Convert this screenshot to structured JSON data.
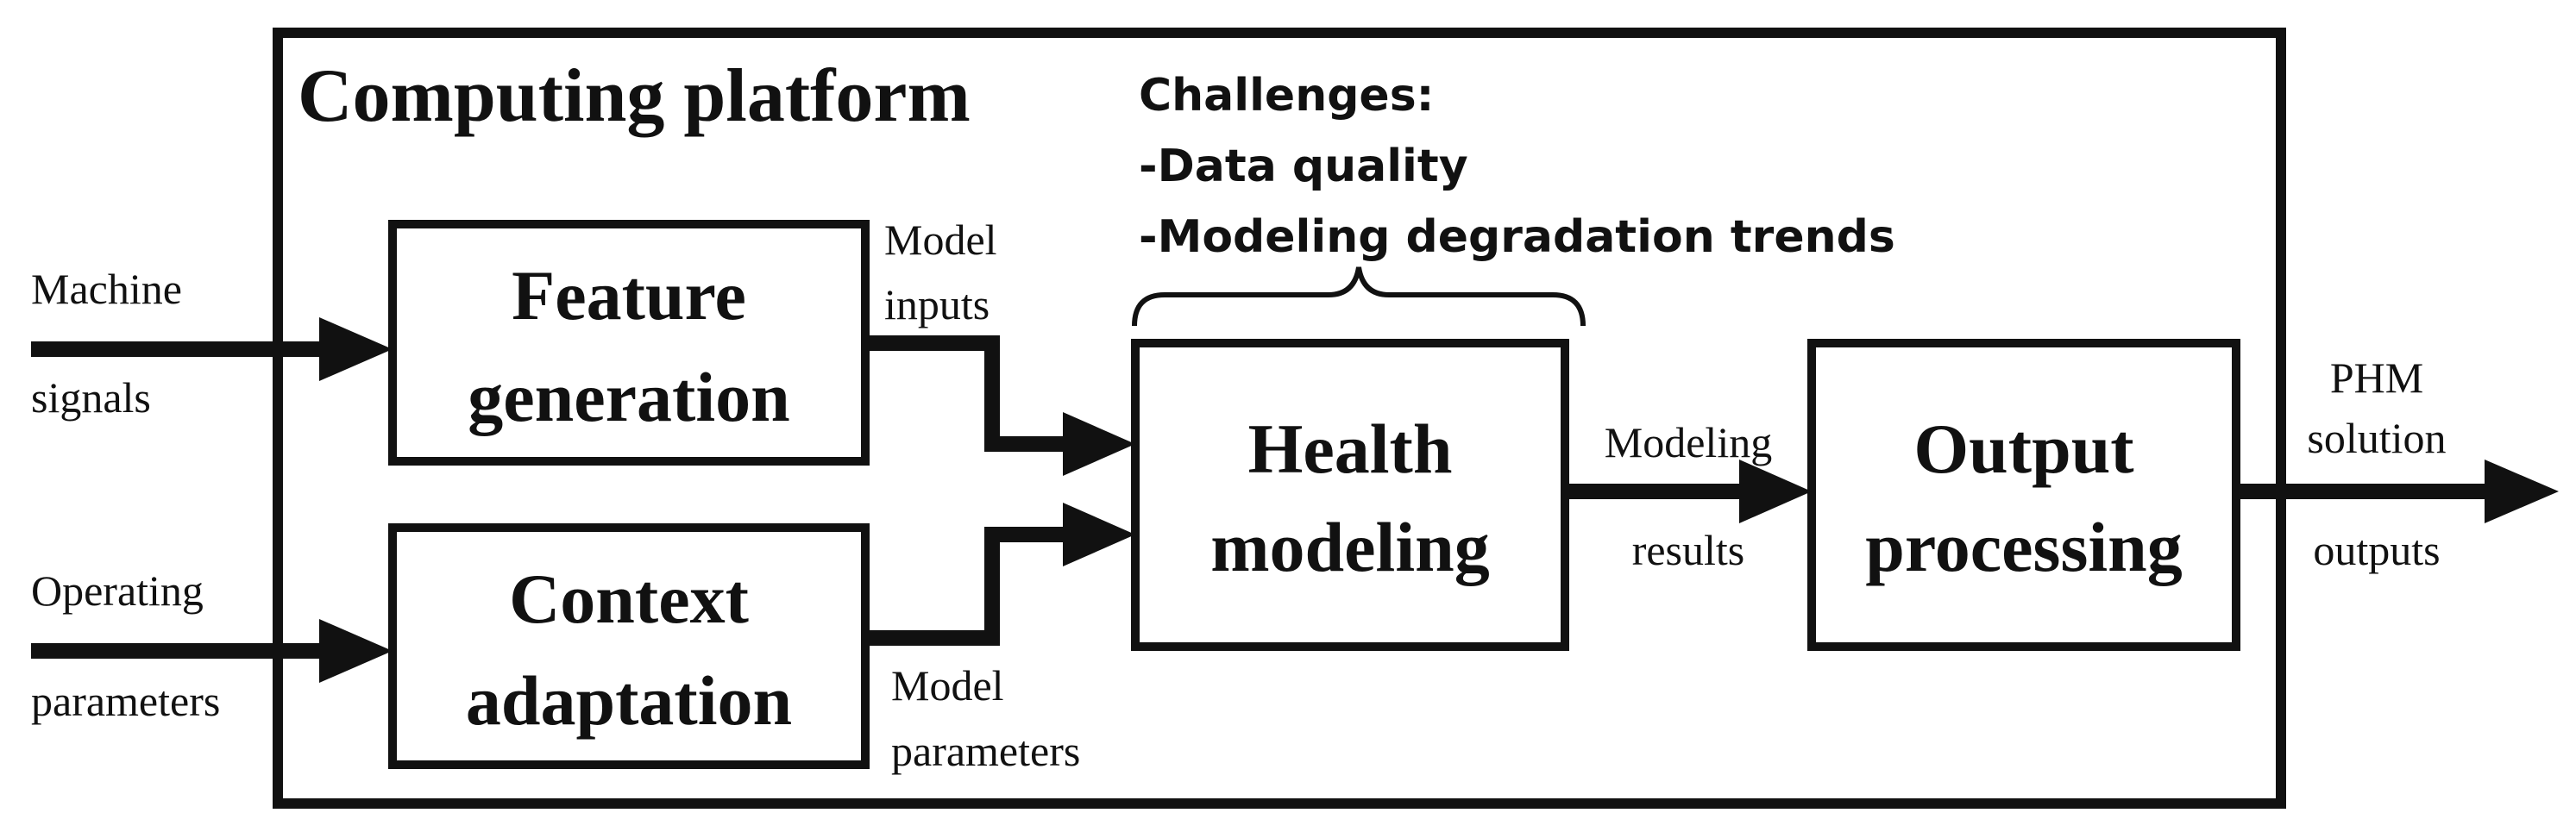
{
  "platform": {
    "title": "Computing platform"
  },
  "challenges": {
    "heading": "Challenges:",
    "items": [
      "-Data quality",
      "-Modeling degradation trends"
    ]
  },
  "boxes": {
    "feature_generation": [
      "Feature",
      "generation"
    ],
    "context_adaptation": [
      "Context",
      "adaptation"
    ],
    "health_modeling": [
      "Health",
      "modeling"
    ],
    "output_processing": [
      "Output",
      "processing"
    ]
  },
  "labels": {
    "machine_signals": [
      "Machine",
      "signals"
    ],
    "operating_parameters": [
      "Operating",
      "parameters"
    ],
    "model_inputs": [
      "Model",
      "inputs"
    ],
    "model_parameters": [
      "Model",
      "parameters"
    ],
    "modeling_results": [
      "Modeling",
      "results"
    ],
    "phm_outputs": [
      "PHM",
      "solution",
      "outputs"
    ]
  }
}
